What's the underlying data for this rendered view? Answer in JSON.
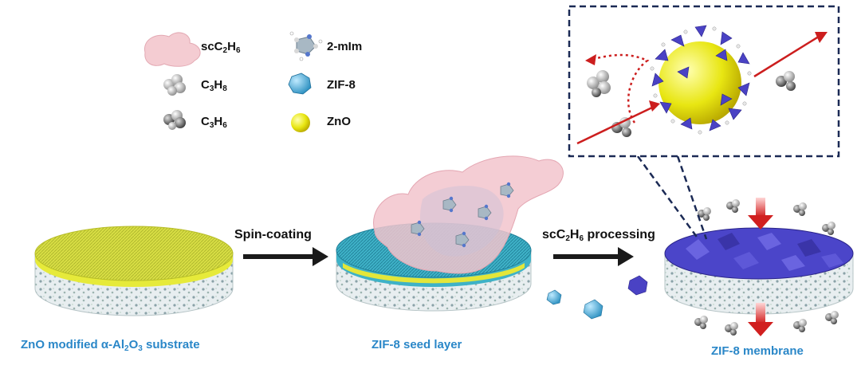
{
  "legend": {
    "item1": {
      "base": "scC",
      "sub1": "2",
      "mid": "H",
      "sub2": "6"
    },
    "item2": "2-mIm",
    "item3": {
      "base": "C",
      "sub1": "3",
      "mid": "H",
      "sub2": "8"
    },
    "item4": "ZIF-8",
    "item5": {
      "base": "C",
      "sub1": "3",
      "mid": "H",
      "sub2": "6"
    },
    "item6": "ZnO"
  },
  "steps": {
    "step1": "Spin-coating",
    "step2": {
      "base": "scC",
      "sub1": "2",
      "mid": "H",
      "sub2": "6",
      "tail": " processing"
    }
  },
  "captions": {
    "substrate": {
      "pre": "ZnO modified α-Al",
      "sub1": "2",
      "mid": "O",
      "sub2": "3",
      "tail": " substrate"
    },
    "seed": "ZIF-8 seed layer",
    "membrane": "ZIF-8 membrane"
  },
  "colors": {
    "zno_yellow": "#d6dc3c",
    "zif8_blue": "#3aa6c9",
    "membrane_purple": "#4b45c9",
    "caption_blue": "#2a87c8",
    "fluid_pink": "#f2c4cc",
    "arrow_red": "#d11f1f"
  }
}
